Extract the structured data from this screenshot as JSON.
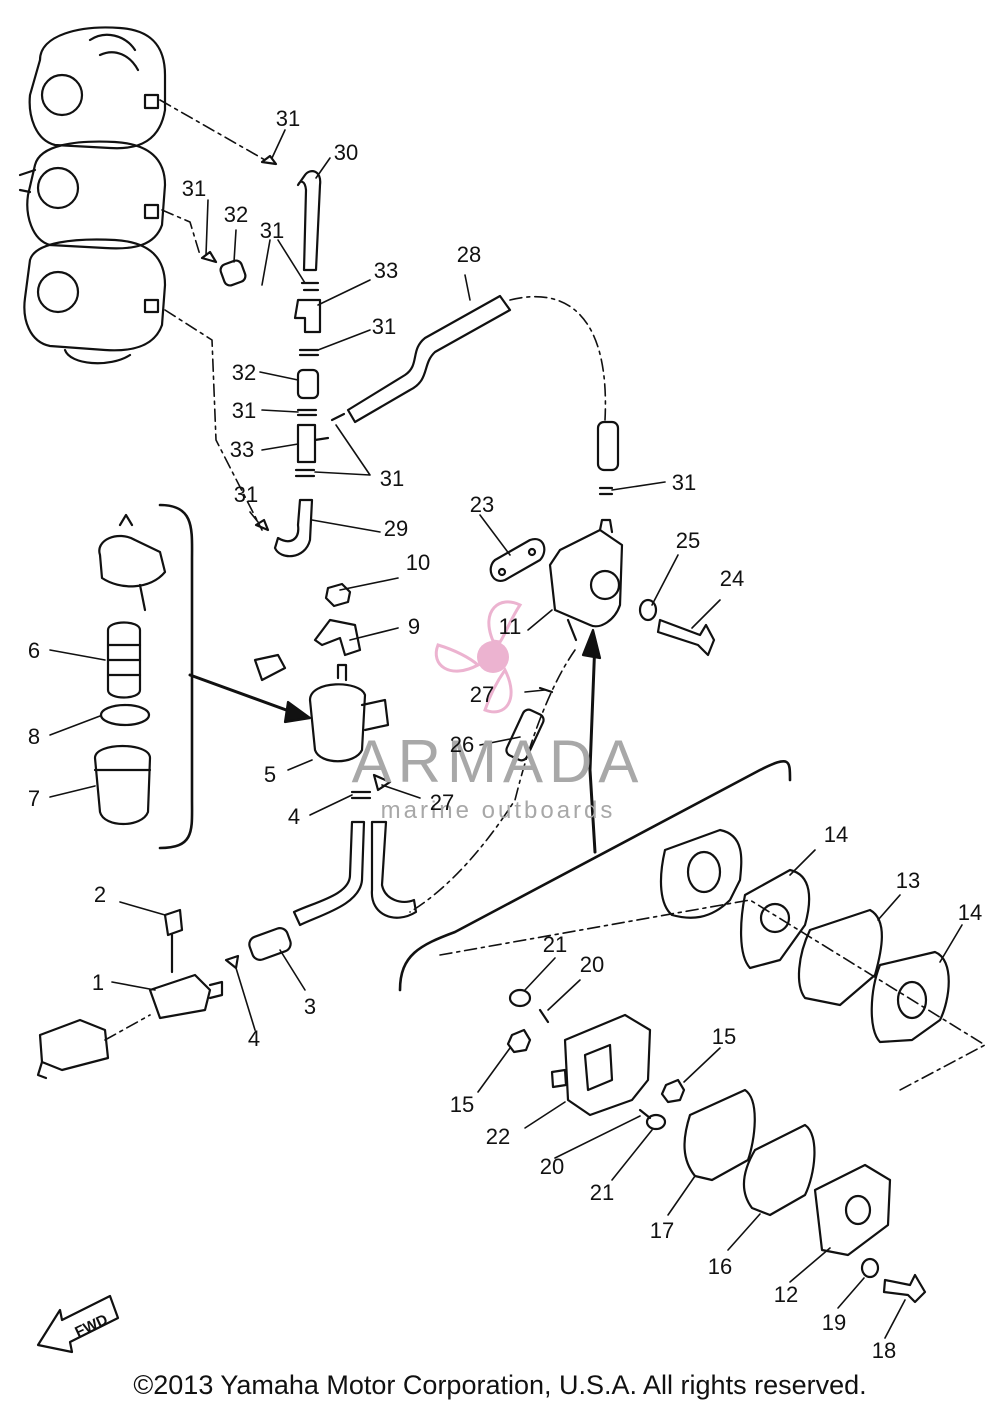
{
  "labels": {
    "l1": "1",
    "l2": "2",
    "l3": "3",
    "l4a": "4",
    "l4b": "4",
    "l5": "5",
    "l6": "6",
    "l7": "7",
    "l8": "8",
    "l9": "9",
    "l10": "10",
    "l11": "11",
    "l12": "12",
    "l13": "13",
    "l14a": "14",
    "l14b": "14",
    "l15a": "15",
    "l15b": "15",
    "l16": "16",
    "l17": "17",
    "l18": "18",
    "l19": "19",
    "l20a": "20",
    "l20b": "20",
    "l21a": "21",
    "l21b": "21",
    "l22": "22",
    "l23": "23",
    "l24": "24",
    "l25": "25",
    "l26": "26",
    "l27a": "27",
    "l27b": "27",
    "l28": "28",
    "l29": "29",
    "l30": "30",
    "l31a": "31",
    "l31b": "31",
    "l31c": "31",
    "l31d": "31",
    "l31e": "31",
    "l31f": "31",
    "l31g": "31",
    "l31h": "31",
    "l32a": "32",
    "l32b": "32",
    "l33a": "33",
    "l33b": "33"
  },
  "watermark": {
    "title": "ARMADA",
    "subtitle": "marine outboards",
    "color": "#e9a6c8"
  },
  "fwd_marker": "FWD",
  "copyright": "©2013 Yamaha Motor Corporation, U.S.A. All rights reserved."
}
